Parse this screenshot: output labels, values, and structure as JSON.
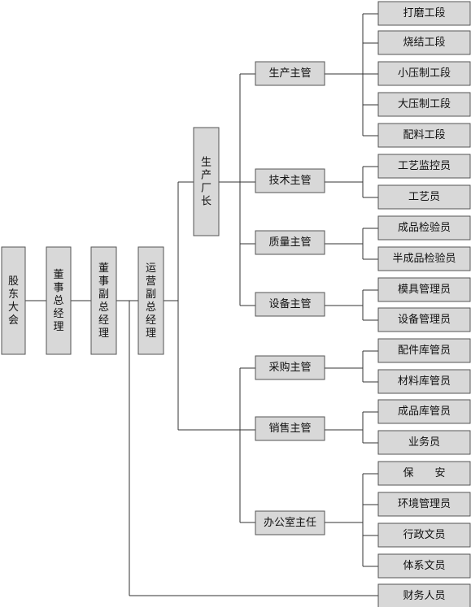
{
  "chart_data": {
    "type": "org-chart",
    "nodes": {
      "shareholders": "股东大会",
      "chairman": "董事总经理",
      "vice_chairman": "董事副总经理",
      "ops_vp": "运营副总经理",
      "plant_manager": "生产厂长",
      "production_supervisor": "生产主管",
      "tech_supervisor": "技术主管",
      "quality_supervisor": "质量主管",
      "equipment_supervisor": "设备主管",
      "purchasing_supervisor": "采购主管",
      "sales_supervisor": "销售主管",
      "office_director": "办公室主任",
      "grinding_section": "打磨工段",
      "sintering_section": "烧结工段",
      "small_press_section": "小压制工段",
      "large_press_section": "大压制工段",
      "batching_section": "配料工段",
      "process_monitor": "工艺监控员",
      "process_staff": "工艺员",
      "product_inspector": "成品检验员",
      "semi_inspector": "半成品检验员",
      "mold_manager": "模具管理员",
      "equipment_manager": "设备管理员",
      "parts_warehouse": "配件库管员",
      "material_warehouse": "材料库管员",
      "finished_warehouse": "成品库管员",
      "salesperson": "业务员",
      "security": "保　　安",
      "environment_manager": "环境管理员",
      "admin_clerk": "行政文员",
      "system_clerk": "体系文员",
      "finance_staff": "财务人员"
    }
  }
}
